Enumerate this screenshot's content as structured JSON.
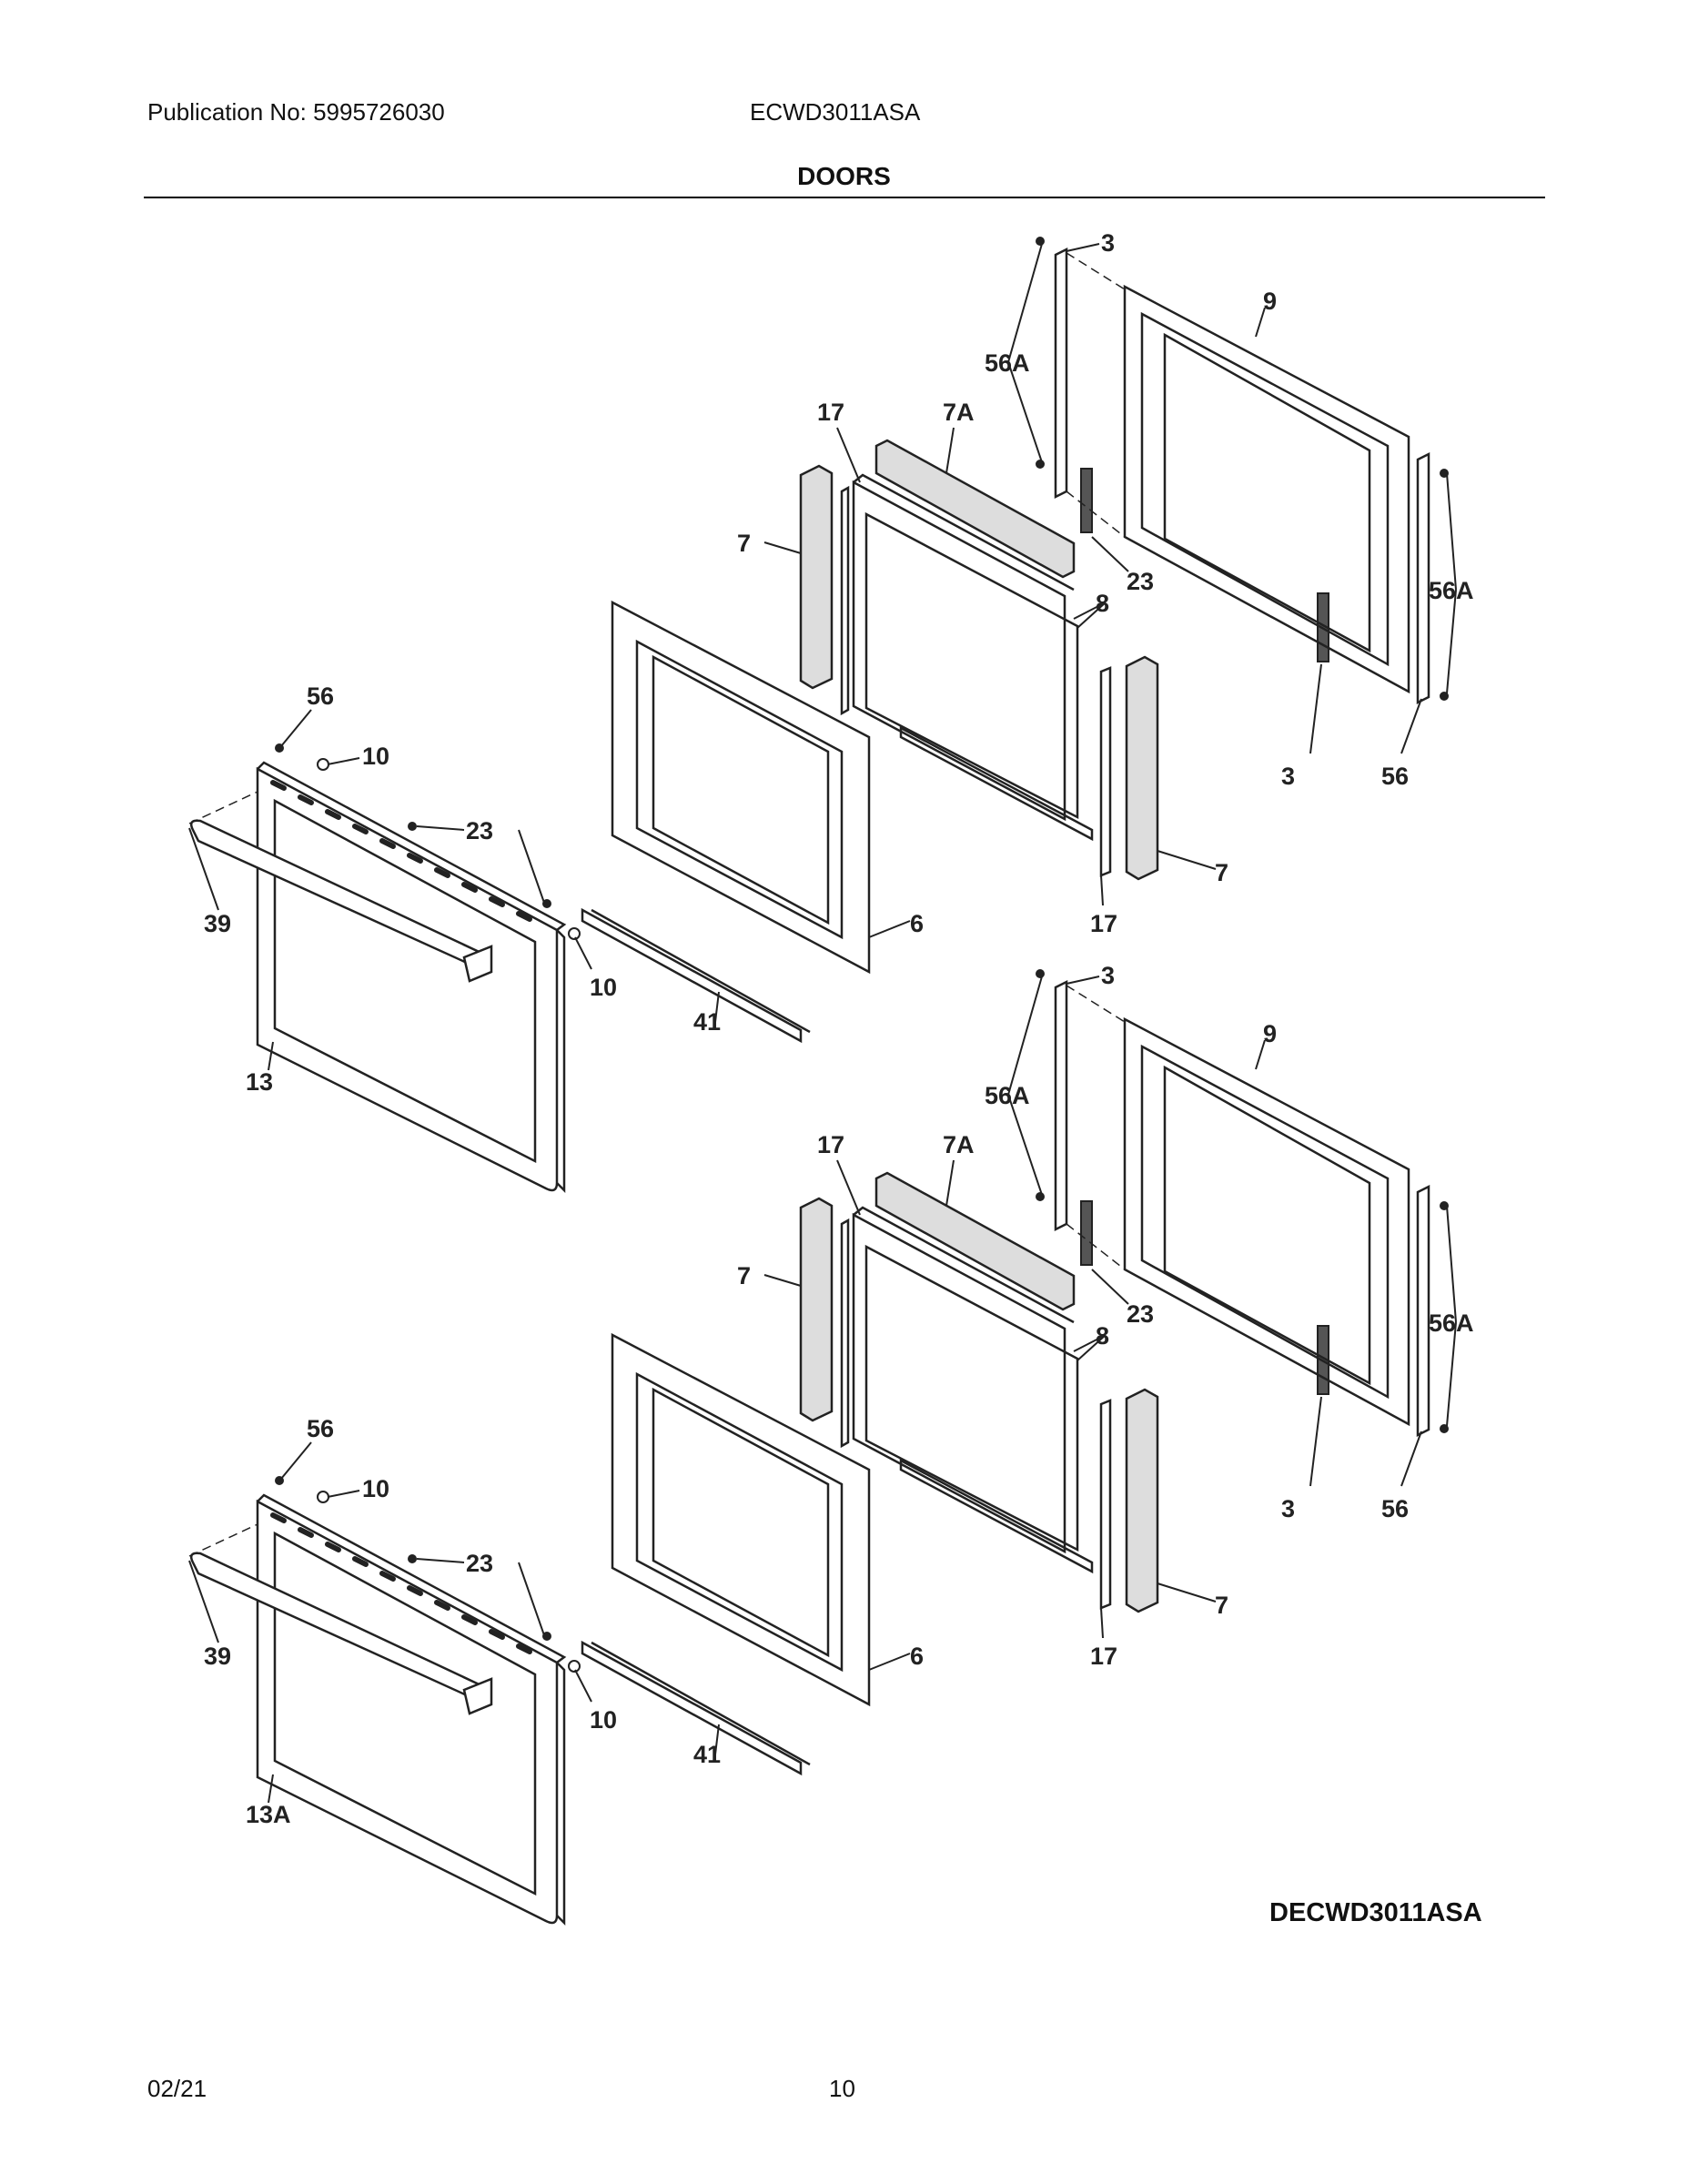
{
  "header": {
    "publication": "Publication No: 5995726030",
    "model": "ECWD3011ASA",
    "section_title": "DOORS"
  },
  "diagram": {
    "drawing_id": "DECWD3011ASA",
    "upper_labels": [
      "3",
      "9",
      "56A",
      "17",
      "7A",
      "7",
      "23",
      "8",
      "56A",
      "56",
      "10",
      "23",
      "3",
      "56",
      "39",
      "7",
      "6",
      "17",
      "10",
      "41",
      "13"
    ],
    "lower_labels": [
      "3",
      "9",
      "56A",
      "17",
      "7A",
      "7",
      "23",
      "8",
      "56A",
      "56",
      "10",
      "23",
      "3",
      "56",
      "39",
      "7",
      "6",
      "17",
      "10",
      "41",
      "13A"
    ]
  },
  "footer": {
    "date": "02/21",
    "page": "10"
  }
}
